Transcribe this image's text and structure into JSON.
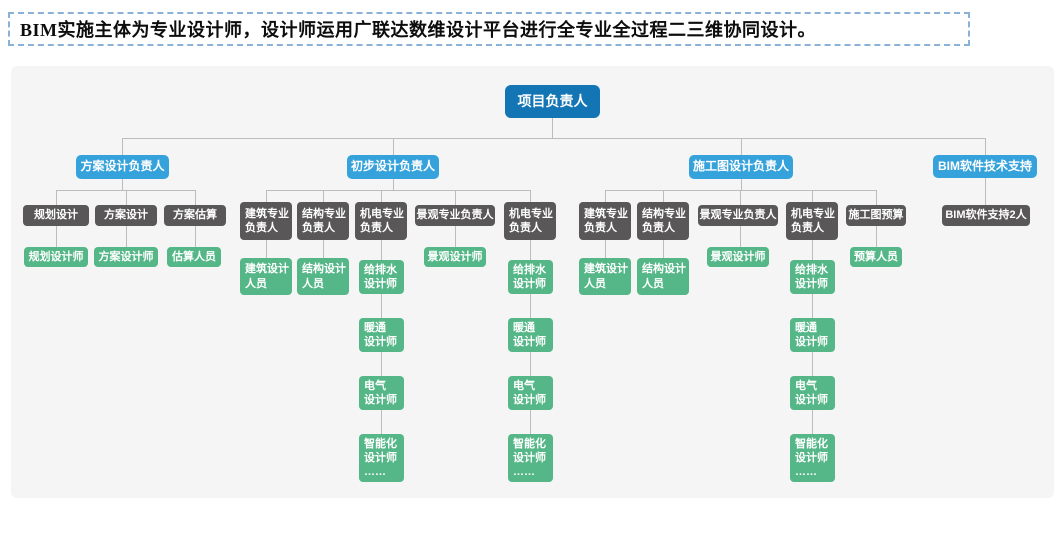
{
  "banner": {
    "text": "BIM实施主体为专业设计师，设计师运用广联达数维设计平台进行全专业全过程二三维协同设计。"
  },
  "colors": {
    "level1_blue": "#1375b4",
    "level2_blue": "#36a2db",
    "dept_gray": "#595757",
    "staff_green": "#55b787",
    "connector_gray": "#bcbcbc",
    "panel_bg": "#f5f5f6",
    "banner_border_blue": "#8ab1d8"
  },
  "org": {
    "nodes": [
      {
        "label": "项目负责人"
      },
      {
        "label": "方案设计负责人"
      },
      {
        "label": "初步设计负责人"
      },
      {
        "label": "施工图设计负责人"
      },
      {
        "label": "BIM软件技术支持"
      },
      {
        "label": "规划设计"
      },
      {
        "label": "方案设计"
      },
      {
        "label": "方案估算"
      },
      {
        "label": "建筑专业\n负责人"
      },
      {
        "label": "结构专业\n负责人"
      },
      {
        "label": "机电专业\n负责人"
      },
      {
        "label": "景观专业负责人"
      },
      {
        "label": "机电专业\n负责人"
      },
      {
        "label": "建筑专业\n负责人"
      },
      {
        "label": "结构专业\n负责人"
      },
      {
        "label": "景观专业负责人"
      },
      {
        "label": "机电专业\n负责人"
      },
      {
        "label": "施工图预算"
      },
      {
        "label": "BIM软件支持2人"
      },
      {
        "label": "规划设计师"
      },
      {
        "label": "方案设计师"
      },
      {
        "label": "估算人员"
      },
      {
        "label": "建筑设计\n人员"
      },
      {
        "label": "结构设计\n人员"
      },
      {
        "label": "给排水\n设计师"
      },
      {
        "label": "景观设计师"
      },
      {
        "label": "给排水\n设计师"
      },
      {
        "label": "建筑设计\n人员"
      },
      {
        "label": "结构设计\n人员"
      },
      {
        "label": "景观设计师"
      },
      {
        "label": "给排水\n设计师"
      },
      {
        "label": "预算人员"
      },
      {
        "label": "暖通\n设计师"
      },
      {
        "label": "电气\n设计师"
      },
      {
        "label": "智能化\n设计师\n……"
      },
      {
        "label": "暖通\n设计师"
      },
      {
        "label": "电气\n设计师"
      },
      {
        "label": "智能化\n设计师\n……"
      },
      {
        "label": "暖通\n设计师"
      },
      {
        "label": "电气\n设计师"
      },
      {
        "label": "智能化\n设计师\n……"
      }
    ],
    "hierarchy": {
      "项目负责人": [
        "方案设计负责人",
        "初步设计负责人",
        "施工图设计负责人",
        "BIM软件技术支持"
      ],
      "方案设计负责人": [
        "规划设计→规划设计师",
        "方案设计→方案设计师",
        "方案估算→估算人员"
      ],
      "初步设计负责人": [
        "建筑专业负责人→建筑设计人员",
        "结构专业负责人→结构设计人员",
        "机电专业负责人→给排水设计师→暖通设计师→电气设计师→智能化设计师……",
        "景观专业负责人→景观设计师",
        "机电专业负责人→给排水设计师→暖通设计师→电气设计师→智能化设计师……"
      ],
      "施工图设计负责人": [
        "建筑专业负责人→建筑设计人员",
        "结构专业负责人→结构设计人员",
        "景观专业负责人→景观设计师",
        "机电专业负责人→给排水设计师→暖通设计师→电气设计师→智能化设计师……",
        "施工图预算→预算人员"
      ],
      "BIM软件技术支持": [
        "BIM软件支持2人"
      ]
    }
  }
}
